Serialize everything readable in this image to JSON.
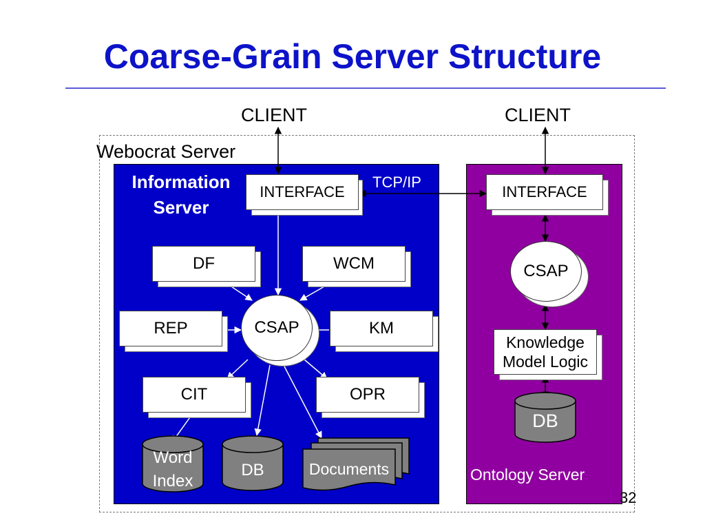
{
  "slide": {
    "title": "Coarse-Grain Server Structure",
    "page_number": "32"
  },
  "clients": {
    "left": "CLIENT",
    "right": "CLIENT"
  },
  "webocrat_server_label": "Webocrat Server",
  "information_server": {
    "label_line1": "Information",
    "label_line2": "Server",
    "interface": "INTERFACE",
    "tcpip": "TCP/IP",
    "modules": {
      "df": "DF",
      "wcm": "WCM",
      "rep": "REP",
      "csap": "CSAP",
      "km": "KM",
      "cit": "CIT",
      "opr": "OPR"
    },
    "stores": {
      "word_index_line1": "Word",
      "word_index_line2": "Index",
      "db": "DB",
      "documents": "Documents"
    }
  },
  "ontology_server": {
    "label": "Ontology Server",
    "interface": "INTERFACE",
    "csap": "CSAP",
    "kml_line1": "Knowledge",
    "kml_line2": "Model Logic",
    "db": "DB"
  },
  "colors": {
    "title": "#0D13C8",
    "information_panel": "#0000C8",
    "ontology_panel": "#9000A0",
    "database": "#808080"
  }
}
